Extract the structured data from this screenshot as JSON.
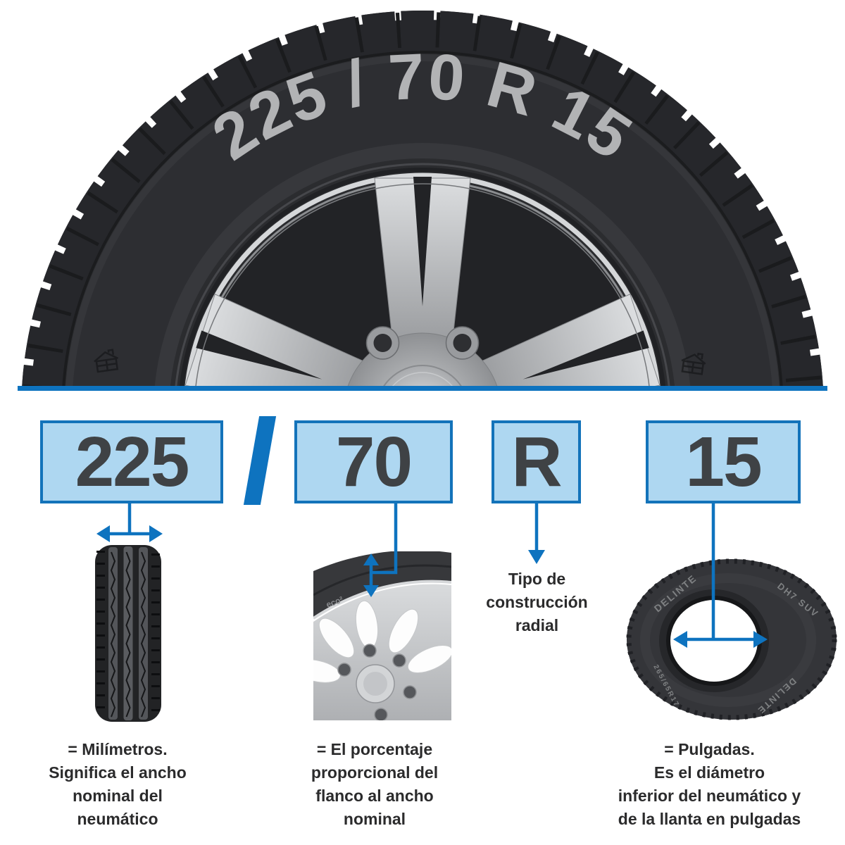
{
  "sidewall_text": "225 / 70 R 15",
  "separator": "/",
  "boxes": [
    {
      "value": "225",
      "caption": "= Milímetros.\nSignifica el ancho\nnominal del\nneumático"
    },
    {
      "value": "70",
      "caption": "= El porcentaje\nproporcional del\nflanco al ancho\nnominal"
    },
    {
      "value": "R",
      "caption": "Tipo de\nconstrucción\nradial"
    },
    {
      "value": "15",
      "caption": "= Pulgadas.\nEs el diámetro\ninferior del neumático y\nde la llanta en pulgadas"
    }
  ],
  "markings": {
    "wheel_closeup": "eco²",
    "tire_face": [
      "DELINTE",
      "DH7 SUV",
      "265/65R17",
      "DELINTE"
    ]
  },
  "colors": {
    "accent_blue": "#0e73bf",
    "box_fill": "#aed7f1",
    "box_border": "#1373ba",
    "number_text": "#3f4245",
    "caption_text": "#2b2b2c",
    "sidewall_lettering": "#b2b3b5"
  }
}
